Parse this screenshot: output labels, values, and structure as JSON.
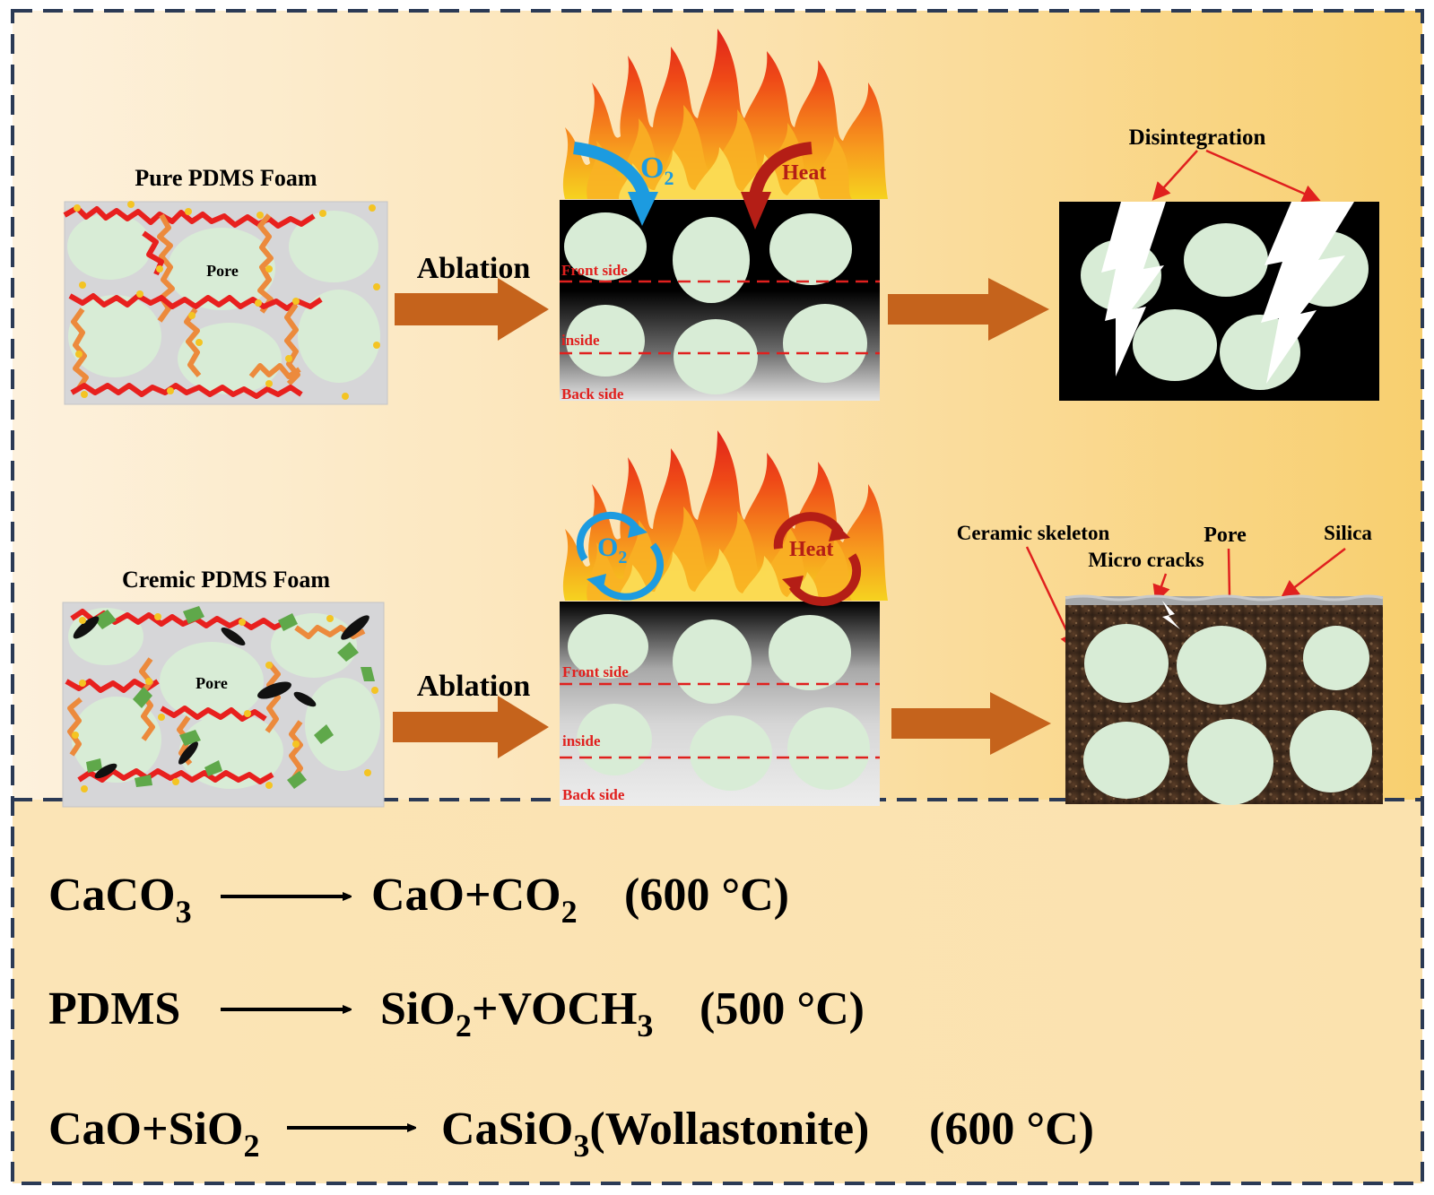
{
  "top_row": {
    "foam_title": "Pure PDMS Foam",
    "pore_label": "Pore",
    "arrow_label": "Ablation",
    "o2_base": "O",
    "o2_sub": "2",
    "heat_label": "Heat",
    "front_label": "Front side",
    "inside_label": "inside",
    "back_label": "Back side",
    "result_label": "Disintegration"
  },
  "bottom_row": {
    "foam_title": "Cremic PDMS Foam",
    "pore_label": "Pore",
    "arrow_label": "Ablation",
    "o2_base": "O",
    "o2_sub": "2",
    "heat_label": "Heat",
    "front_label": "Front side",
    "inside_label": "inside",
    "back_label": "Back side",
    "ceramic_label": "Ceramic skeleton",
    "cracks_label": "Micro cracks",
    "pore_label_2": "Pore",
    "silica_label": "Silica"
  },
  "reactions": [
    {
      "lhs": [
        {
          "t": "CaCO"
        },
        {
          "sub": "3"
        }
      ],
      "rhs": [
        {
          "t": "CaO+CO"
        },
        {
          "sub": "2"
        }
      ],
      "cond": "(600 °C)"
    },
    {
      "lhs": [
        {
          "t": "PDMS"
        }
      ],
      "rhs": [
        {
          "t": "SiO"
        },
        {
          "sub": "2"
        },
        {
          "t": "+VOCH"
        },
        {
          "sub": "3"
        }
      ],
      "cond": "(500 °C)"
    },
    {
      "lhs": [
        {
          "t": "CaO+SiO"
        },
        {
          "sub": "2"
        }
      ],
      "rhs": [
        {
          "t": "CaSiO"
        },
        {
          "sub": "3"
        },
        {
          "t": "(Wollastonite)"
        }
      ],
      "cond": "(600 °C)"
    }
  ],
  "colors": {
    "background_left": "#fdf1dd",
    "background_right": "#f8cf6f",
    "border": "#2b3a55",
    "arrow": "#c5631c",
    "pore_fill": "#d8ecd6",
    "chain_red": "#e8201e",
    "chain_orange": "#ec8a3c",
    "node_yellow": "#f4c423",
    "label_red": "#e0201e",
    "o2_blue": "#1c9be0",
    "heat_red": "#b41e16",
    "char_brown": "#4a3322",
    "silica_grey": "#a6a8aa"
  }
}
